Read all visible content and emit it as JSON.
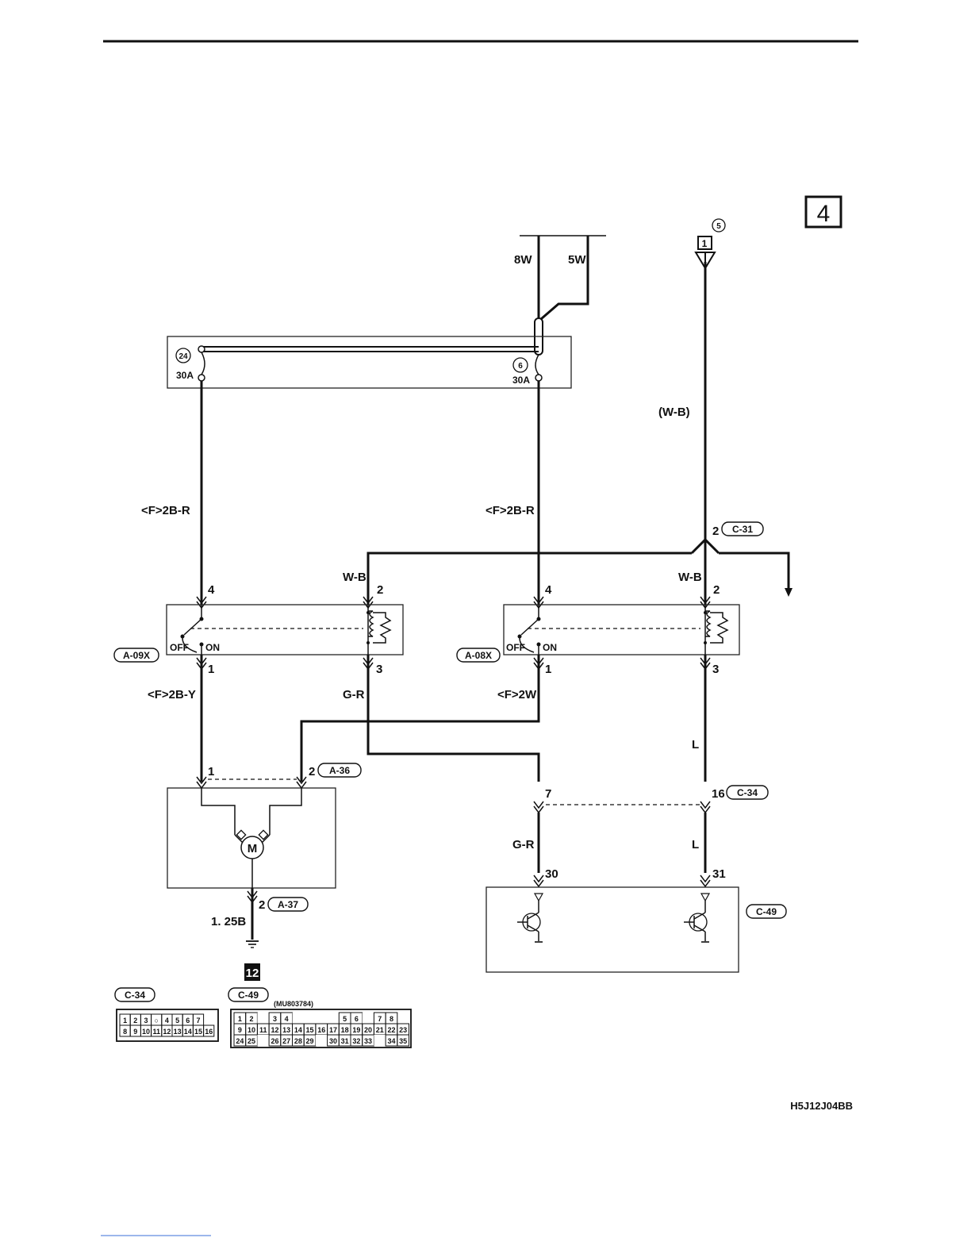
{
  "page_number": "4",
  "figure_code": "H5J12J04BB",
  "fuses": [
    {
      "number": "24",
      "rating": "30A"
    },
    {
      "number": "6",
      "rating": "30A"
    }
  ],
  "circled_5": "5",
  "ground_point": "12",
  "source_box": "1",
  "wires": {
    "top_left": "8W",
    "top_right": "5W",
    "wb_paren": "(W-B)",
    "f_2br_left": "<F>2B-R",
    "f_2br_right": "<F>2B-R",
    "wb_left": "W-B",
    "wb_right": "W-B",
    "f_2by": "<F>2B-Y",
    "gr_mid": "G-R",
    "f_2w": "<F>2W",
    "l_upper": "L",
    "gr_lower": "G-R",
    "l_lower": "L",
    "ground_wire": "1. 25B"
  },
  "connectors": {
    "c31": "C-31",
    "a09x": "A-09X",
    "a08x": "A-08X",
    "a36": "A-36",
    "a37": "A-37",
    "c34": "C-34",
    "c49": "C-49"
  },
  "pins": {
    "c31_pin": "2",
    "r1_p4": "4",
    "r1_p2": "2",
    "r1_p1": "1",
    "r1_p3": "3",
    "r2_p4": "4",
    "r2_p2": "2",
    "r2_p1": "1",
    "r2_p3": "3",
    "a36_p1": "1",
    "a36_p2": "2",
    "a37_p2": "2",
    "c34_p7": "7",
    "c34_p16": "16",
    "c49_p30": "30",
    "c49_p31": "31"
  },
  "relay_states": {
    "off": "OFF",
    "on": "ON"
  },
  "motor_symbol": "M",
  "legend": {
    "c34_label": "C-34",
    "c49_label": "C-49",
    "c49_part": "(MU803784)",
    "c34_rows": [
      [
        "1",
        "2",
        "3",
        "○",
        "4",
        "5",
        "6",
        "7"
      ],
      [
        "8",
        "9",
        "10",
        "11",
        "12",
        "13",
        "14",
        "15",
        "16"
      ]
    ],
    "c49_rows": [
      [
        "1",
        "2",
        "",
        "3",
        "4",
        "",
        "",
        "",
        "",
        "5",
        "6",
        "",
        "7",
        "8"
      ],
      [
        "9",
        "10",
        "11",
        "12",
        "13",
        "14",
        "15",
        "16",
        "17",
        "18",
        "19",
        "20",
        "21",
        "22",
        "23"
      ],
      [
        "24",
        "25",
        "",
        "26",
        "27",
        "28",
        "29",
        "",
        "30",
        "31",
        "32",
        "33",
        "",
        "34",
        "35"
      ]
    ]
  }
}
